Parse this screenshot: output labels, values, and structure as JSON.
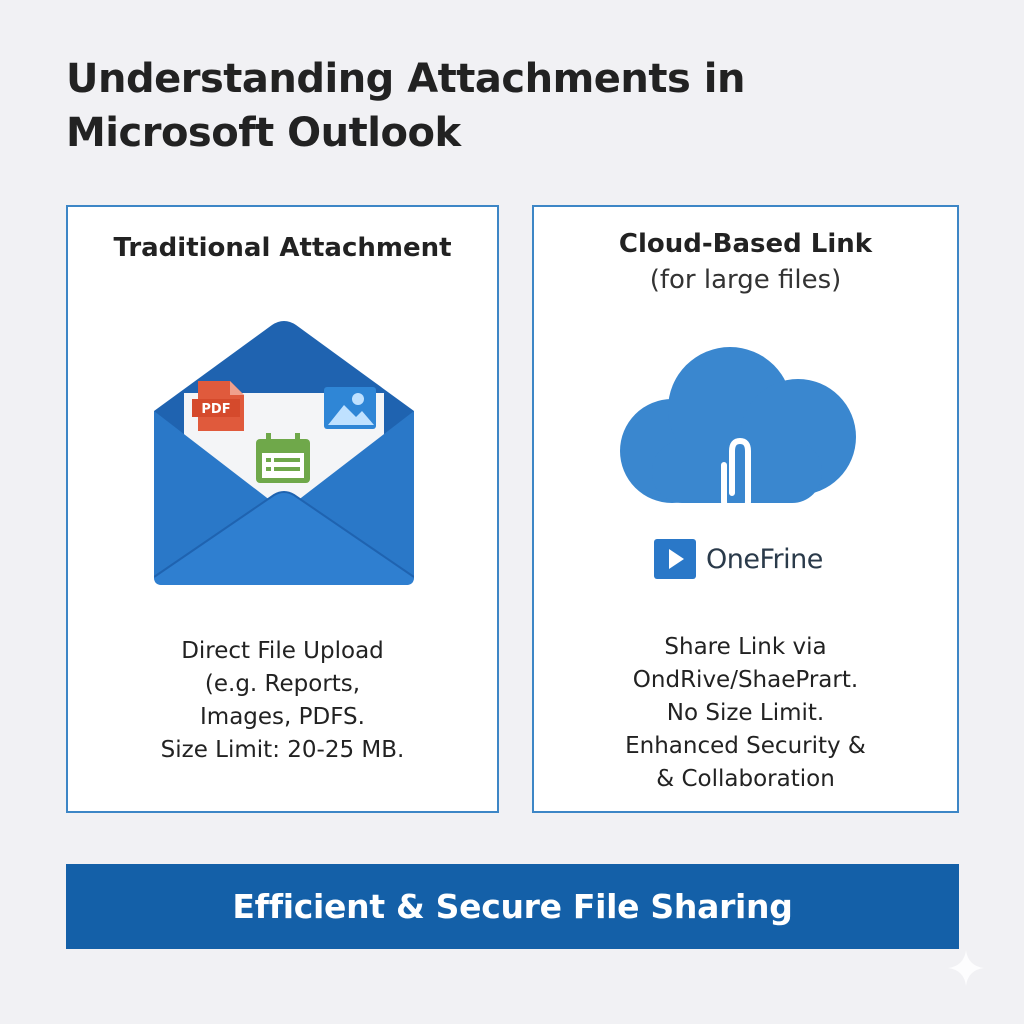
{
  "title": {
    "line1": "Understanding Attachments in",
    "line2": "Microsoft Outlook"
  },
  "left_card": {
    "heading": "Traditional Attachment",
    "icons": [
      "envelope-icon",
      "pdf-file-icon",
      "image-file-icon",
      "calendar-document-icon"
    ],
    "pdf_badge": "PDF",
    "body": [
      "Direct File Upload",
      "(e.g. Reports,",
      "Images, PDFS.",
      "Size Limit: 20-25 MB."
    ]
  },
  "right_card": {
    "heading": "Cloud-Based Link",
    "subheading": "(for large files)",
    "icons": [
      "cloud-icon",
      "paperclip-icon",
      "play-icon"
    ],
    "brand_name": "OneFrine",
    "body": [
      "Share Link via",
      "OndRive/ShaePrart.",
      "No Size Limit.",
      "Enhanced Security &",
      "& Collaboration"
    ]
  },
  "footer": {
    "text": "Efficient & Secure File Sharing"
  },
  "colors": {
    "background": "#f1f1f4",
    "card_border": "#3d86c6",
    "envelope_blue": "#2a78c8",
    "envelope_dark": "#1f63b0",
    "cloud_blue": "#3a87cf",
    "pdf_red": "#e05a3c",
    "calendar_green": "#6fa84a",
    "banner_blue": "#1460a8"
  }
}
